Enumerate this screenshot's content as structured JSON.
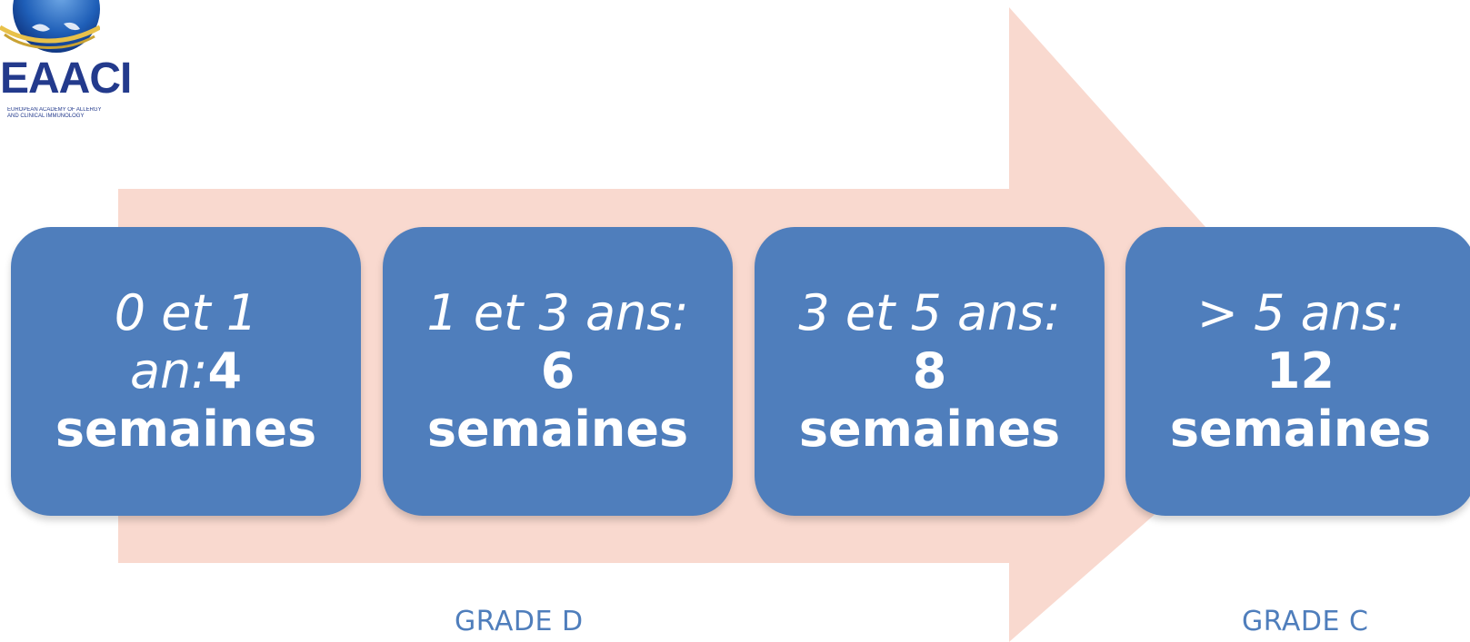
{
  "logo": {
    "name": "EAACI",
    "subtitle_line1": "EUROPEAN ACADEMY OF ALLERGY",
    "subtitle_line2": "AND CLINICAL IMMUNOLOGY"
  },
  "boxes": [
    {
      "age": "0 et 1",
      "age_line2": "an:",
      "num": "4",
      "unit": "semaines"
    },
    {
      "age": "1 et 3 ans:",
      "num": "6",
      "unit": "semaines"
    },
    {
      "age": "3 et 5 ans:",
      "num": "8",
      "unit": "semaines"
    },
    {
      "age": "> 5 ans:",
      "num": "12",
      "unit": "semaines"
    }
  ],
  "grades": {
    "left": "GRADE D",
    "right": "GRADE C"
  },
  "colors": {
    "box": "#4f7ebc",
    "arrow": "#f9d9cf",
    "grade_text": "#4f7ebc",
    "logo": "#233a8c"
  }
}
